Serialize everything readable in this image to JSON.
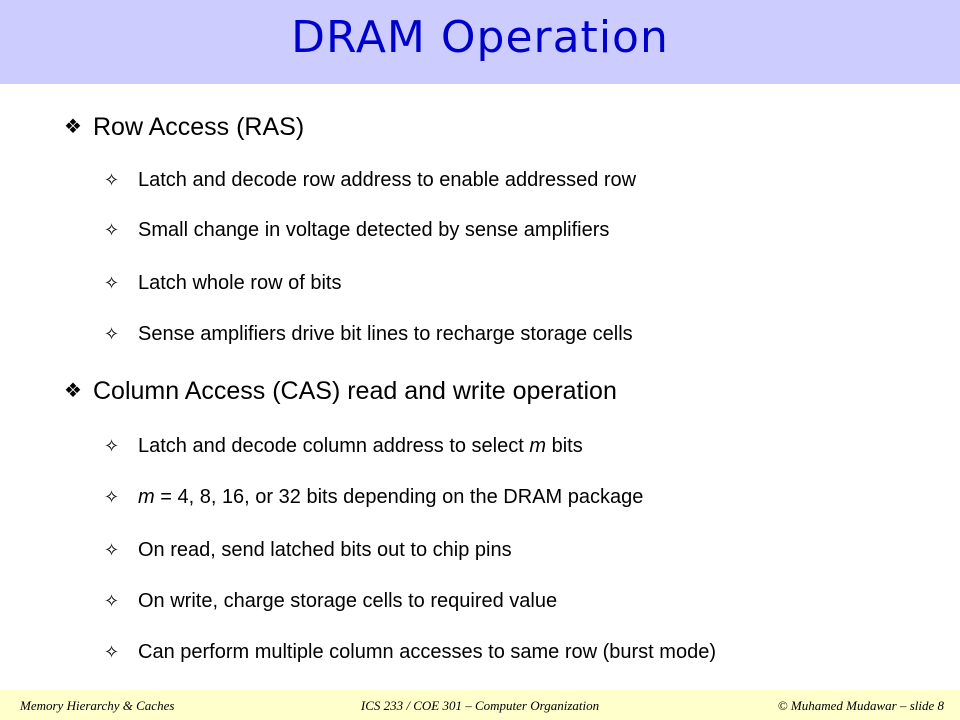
{
  "slide": {
    "title": "DRAM Operation",
    "sections": [
      {
        "bullet_icon": "diamond-4-icon",
        "heading": "Row Access (RAS)",
        "items": [
          {
            "text": "Latch and decode row address to enable addressed row"
          },
          {
            "text": "Small change in voltage detected by sense amplifiers"
          },
          {
            "text": "Latch whole row of bits"
          },
          {
            "text": "Sense amplifiers drive bit lines to recharge storage cells"
          }
        ]
      },
      {
        "bullet_icon": "diamond-4-icon",
        "heading": "Column Access (CAS) read and write operation",
        "items": [
          {
            "pre": "Latch and decode column address to select ",
            "em": "m",
            "post": " bits"
          },
          {
            "pre": "",
            "em": "m",
            "post": " = 4, 8, 16, or 32 bits depending on the DRAM package"
          },
          {
            "text": "On read, send latched bits out to chip pins"
          },
          {
            "text": "On write, charge storage cells to required value"
          },
          {
            "text": "Can perform multiple column accesses to same row (burst mode)"
          }
        ]
      }
    ]
  },
  "footer": {
    "left": "Memory Hierarchy & Caches",
    "center": "ICS 233 / COE 301 – Computer Organization",
    "right": "© Muhamed Mudawar – slide 8"
  },
  "colors": {
    "title_bar": "#ccccff",
    "title_text": "#0000cc",
    "footer_bar": "#ffffcc"
  }
}
